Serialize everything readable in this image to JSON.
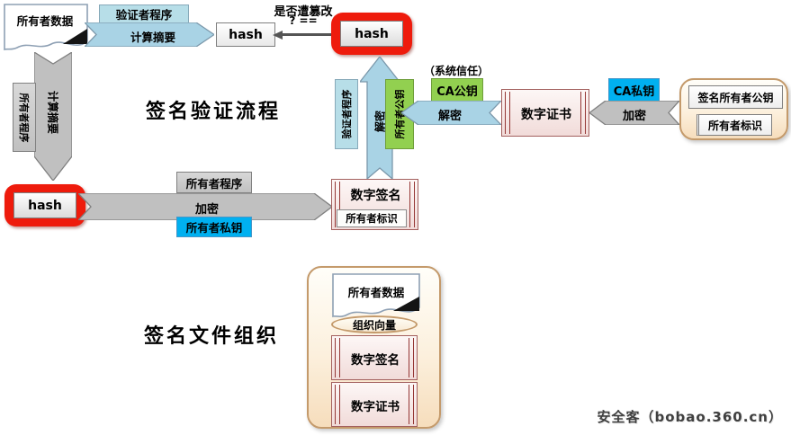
{
  "titles": {
    "verify_flow": "签名验证流程",
    "file_org": "签名文件组织"
  },
  "watermark": "安全客（bobao.360.cn）",
  "colors": {
    "red_highlight": "#ee1b0c",
    "green_key": "#92d050",
    "cyan_key": "#00b0f0",
    "light_blue": "#b7dee8",
    "gray": "#c0c0c0",
    "cert_border": "#953735",
    "container_border": "#c49a6b"
  },
  "top": {
    "owner_data": "所有者数据",
    "verifier_program": "验证者程序",
    "compute_digest": "计算摘要",
    "hash_left": "hash",
    "tamper_question": "是否遭篡改",
    "compare": "? ==",
    "hash_right": "hash"
  },
  "left": {
    "owner_program_v": "所有者程序",
    "compute_digest_v": "计算摘要",
    "hash": "hash"
  },
  "mid": {
    "encrypt_arrow": "加密",
    "owner_program": "所有者程序",
    "owner_private_key": "所有者私钥",
    "digital_signature": "数字签名",
    "owner_id": "所有者标识"
  },
  "vmid": {
    "verifier_program": "验证者程序",
    "decrypt": "解密",
    "owner_public_key": "所有者公钥"
  },
  "right": {
    "system_trust": "（系统信任）",
    "ca_public": "CA公钥",
    "decrypt": "解密",
    "digital_cert": "数字证书",
    "ca_private": "CA私钥",
    "encrypt": "加密",
    "sign_owner_public": "签名所有者公钥",
    "owner_id": "所有者标识"
  },
  "org": {
    "owner_data": "所有者数据",
    "org_vector": "组织向量",
    "digital_signature": "数字签名",
    "digital_cert": "数字证书"
  }
}
